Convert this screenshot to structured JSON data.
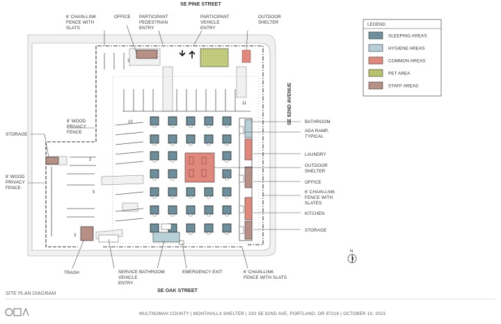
{
  "streets": {
    "north": "SE PINE STREET",
    "south": "SE OAK STREET",
    "east": "SE 82ND AVENUE"
  },
  "top_labels": [
    {
      "text": [
        "6' CHAIN-LINK",
        "FENCE WITH",
        "SLATS"
      ]
    },
    {
      "text": [
        "OFFICE"
      ]
    },
    {
      "text": [
        "PARTICIPANT",
        "PEDESTRIAN",
        "ENTRY"
      ]
    },
    {
      "text": [
        "PARTICIPANT",
        "VEHICLE",
        "ENTRY"
      ]
    },
    {
      "text": [
        "OUTDOOR",
        "SHELTER"
      ]
    }
  ],
  "left_labels": [
    {
      "text": [
        "STORAGE"
      ]
    },
    {
      "text": [
        "8' WOOD",
        "PRIVACY",
        "FENCE"
      ]
    },
    {
      "text": [
        "8' WOOD",
        "PRIVACY",
        "FENCE"
      ]
    }
  ],
  "right_labels": [
    {
      "text": [
        "BATHROOM"
      ]
    },
    {
      "text": [
        "ADA RAMP,",
        "TYPICAL"
      ]
    },
    {
      "text": [
        "LAUNDRY"
      ]
    },
    {
      "text": [
        "OUTDOOR",
        "SHELTER"
      ]
    },
    {
      "text": [
        "OFFICE"
      ]
    },
    {
      "text": [
        "6' CHAIN-LINK",
        "FENCE WITH",
        "SLATES"
      ]
    },
    {
      "text": [
        "KITCHEN"
      ]
    },
    {
      "text": [
        "STORAGE"
      ]
    }
  ],
  "bottom_labels": [
    {
      "text": [
        "TRASH"
      ]
    },
    {
      "text": [
        "SERVICE",
        "VEHICLE",
        "ENTRY"
      ]
    },
    {
      "text": [
        "BATHROOM"
      ]
    },
    {
      "text": [
        "EMERGENCY EXIT"
      ]
    },
    {
      "text": [
        "6' CHAIN-LINK",
        "FENCE WITH SLATS"
      ]
    }
  ],
  "parking_numbers": [
    "3",
    "11",
    "10",
    "2",
    "5",
    "3"
  ],
  "legend": {
    "title": "LEGEND",
    "items": [
      {
        "label": "SLEEPING AREAS",
        "color": "#6d8f9b"
      },
      {
        "label": "HYGIENE AREAS",
        "color": "#b7cfd6"
      },
      {
        "label": "COMMON AREAS",
        "color": "#e0887c"
      },
      {
        "label": "PET AREA",
        "color": "#b7c26a"
      },
      {
        "label": "STAFF AREAS",
        "color": "#b88f84"
      }
    ]
  },
  "north_arrow": "N",
  "title": "SITE PLAN DIAGRAM",
  "logo": "OCA",
  "footer": "MULTNOMAH COUNTY  |  MONTAVILLA SHELTER  |  333 SE 82ND AVE, PORTLAND, OR 97216  |  OCTOBER 10, 2023"
}
